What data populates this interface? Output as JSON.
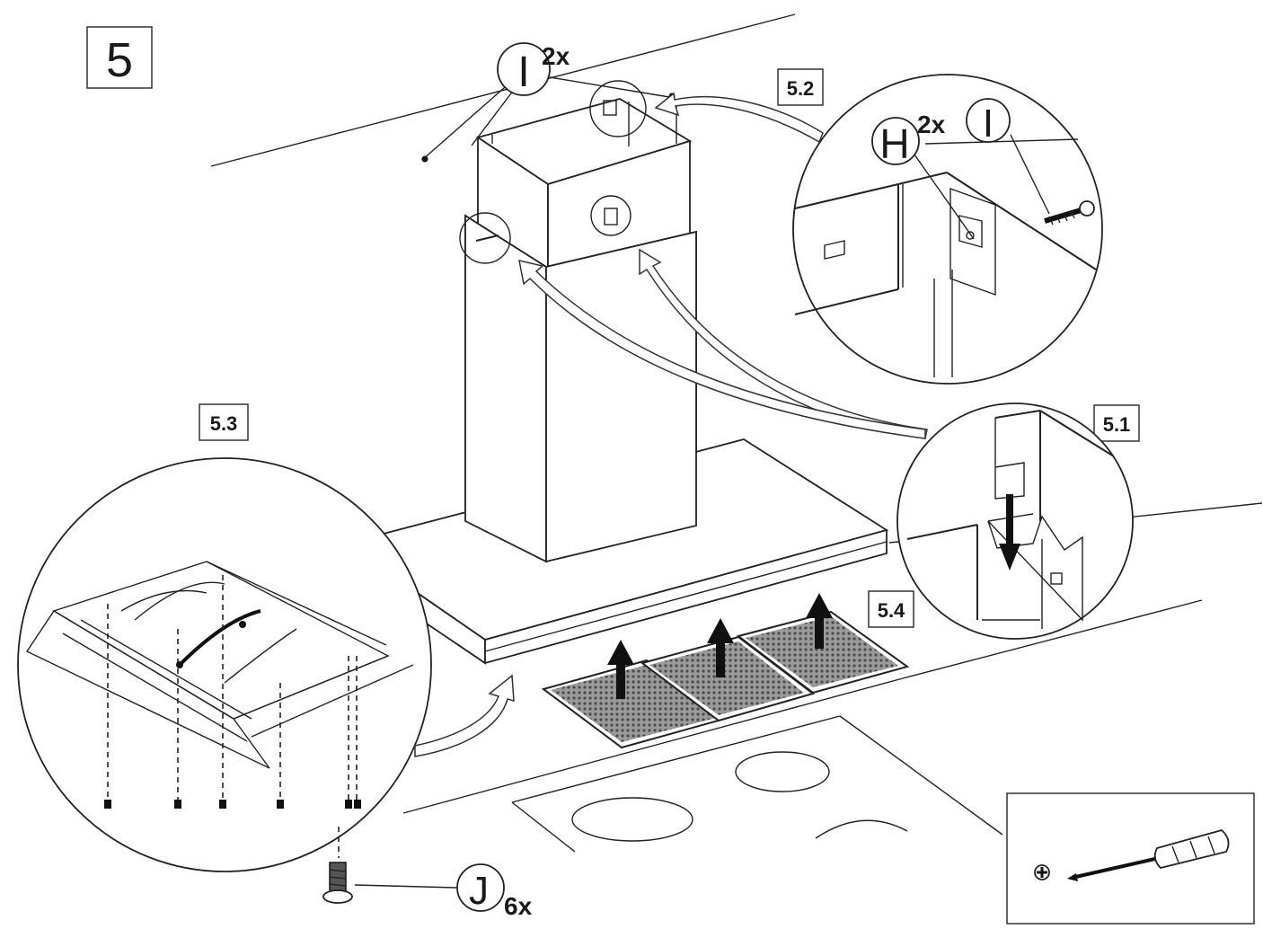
{
  "step": {
    "number": "5"
  },
  "substeps": {
    "s51": "5.1",
    "s52": "5.2",
    "s53": "5.3",
    "s54": "5.4"
  },
  "parts": {
    "I_top": {
      "letter": "I",
      "qty": "2x"
    },
    "H": {
      "letter": "H",
      "qty": "2x"
    },
    "I_detail": {
      "letter": "I"
    },
    "J": {
      "letter": "J",
      "qty": "6x"
    }
  },
  "tools": {
    "screw_head_icon": "phillips-screw-head-icon",
    "screwdriver_icon": "phillips-screwdriver-icon"
  }
}
